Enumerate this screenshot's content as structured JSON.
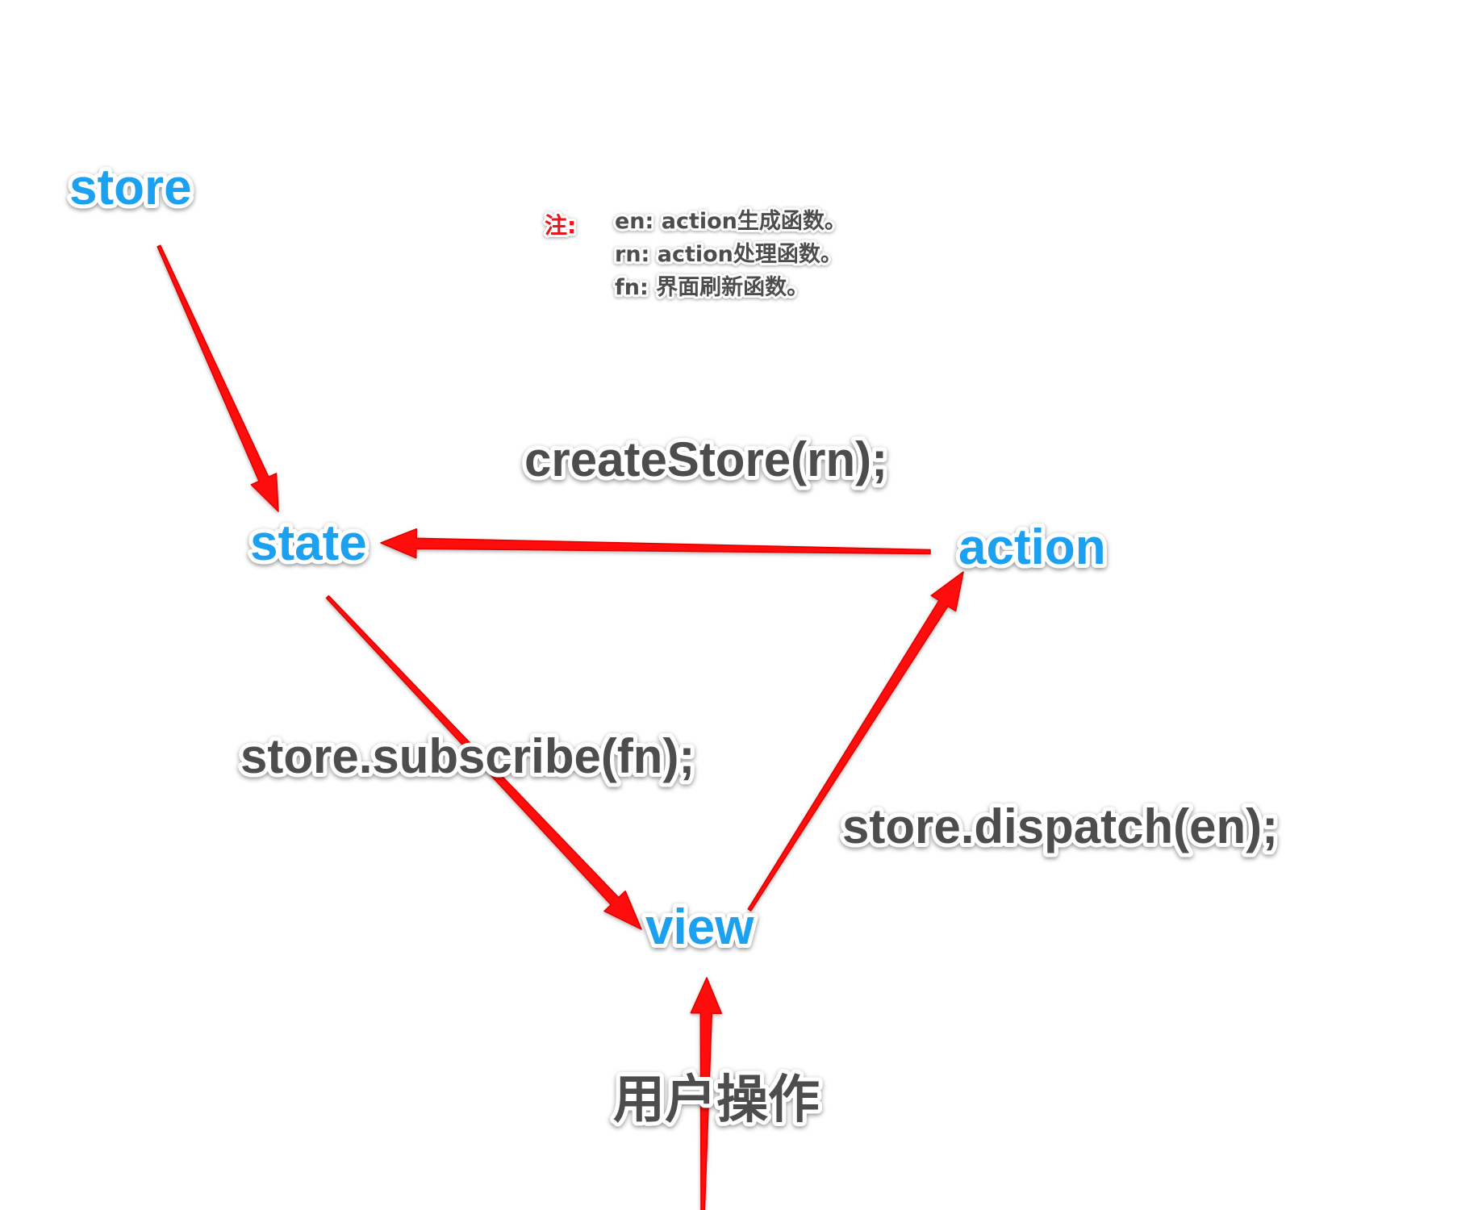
{
  "nodes": {
    "store": "store",
    "state": "state",
    "action": "action",
    "view": "view"
  },
  "edges": {
    "create_store": "createStore(rn);",
    "subscribe": "store.subscribe(fn);",
    "dispatch": "store.dispatch(en);",
    "user_operation": "用户操作"
  },
  "note": {
    "title": "注:",
    "lines": [
      "en: action生成函数。",
      "rn: action处理函数。",
      "fn: 界面刷新函数。"
    ]
  },
  "colors": {
    "node_text": "#1aa0f0",
    "edge_text": "#4d4d4d",
    "arrow": "#ff0a0a",
    "note_title": "#e8141a"
  }
}
